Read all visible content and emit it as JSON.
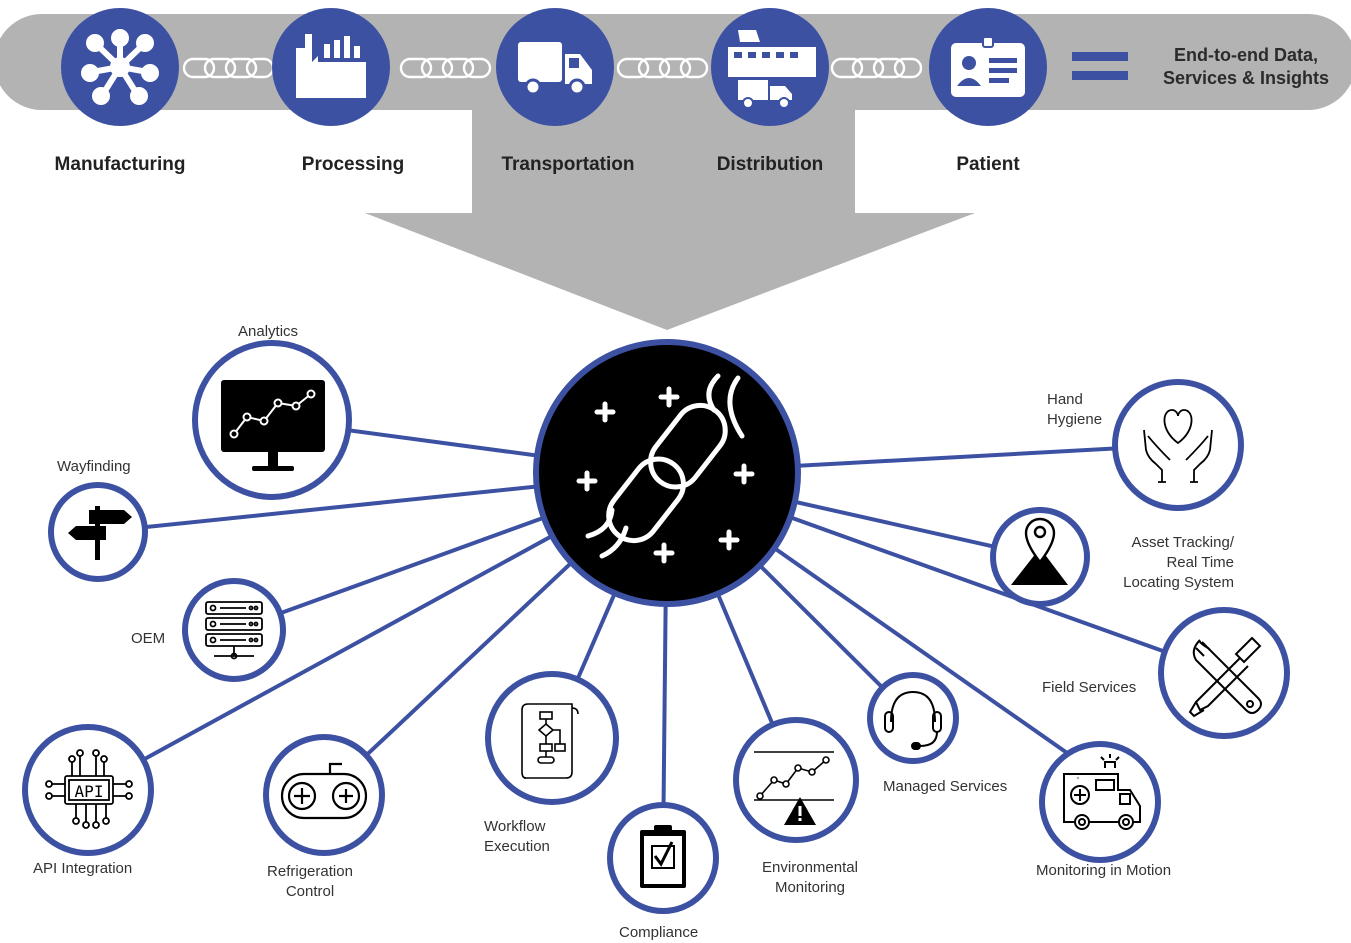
{
  "colors": {
    "brand_blue": "#3d51a3",
    "band_gray": "#b3b3b3",
    "hub_fill": "#000000",
    "text": "#222222"
  },
  "supply_chain": {
    "stages": [
      {
        "label": "Manufacturing",
        "icon": "manufacturing-network-icon"
      },
      {
        "label": "Processing",
        "icon": "factory-icon"
      },
      {
        "label": "Transportation",
        "icon": "truck-icon"
      },
      {
        "label": "Distribution",
        "icon": "warehouse-icon"
      },
      {
        "label": "Patient",
        "icon": "id-card-icon"
      }
    ],
    "result_line1": "End-to-end Data,",
    "result_line2": "Services & Insights"
  },
  "hub": {
    "icon": "broken-chain-icon"
  },
  "services": {
    "analytics": {
      "line1": "Analytics",
      "icon": "monitor-chart-icon"
    },
    "wayfinding": {
      "line1": "Wayfinding",
      "icon": "signpost-icon"
    },
    "oem": {
      "line1": "OEM",
      "icon": "server-icon"
    },
    "api": {
      "line1": "API Integration",
      "icon": "api-chip-icon"
    },
    "refrigeration": {
      "line1": "Refrigeration",
      "line2": "Control",
      "icon": "controller-icon"
    },
    "workflow": {
      "line1": "Workflow",
      "line2": "Execution",
      "icon": "flowchart-scroll-icon"
    },
    "compliance": {
      "line1": "Compliance",
      "icon": "clipboard-check-icon"
    },
    "environmental": {
      "line1": "Environmental",
      "line2": "Monitoring",
      "icon": "chart-warning-icon"
    },
    "managed": {
      "line1": "Managed Services",
      "icon": "headset-icon"
    },
    "motion": {
      "line1": "Monitoring in Motion",
      "icon": "ambulance-icon"
    },
    "field": {
      "line1": "Field Services",
      "icon": "wrench-screwdriver-icon"
    },
    "asset": {
      "line1": "Asset Tracking/",
      "line2": "Real Time",
      "line3": "Locating System",
      "icon": "map-pin-icon"
    },
    "hygiene": {
      "line1": "Hand",
      "line2": "Hygiene",
      "icon": "hands-heart-icon"
    }
  }
}
